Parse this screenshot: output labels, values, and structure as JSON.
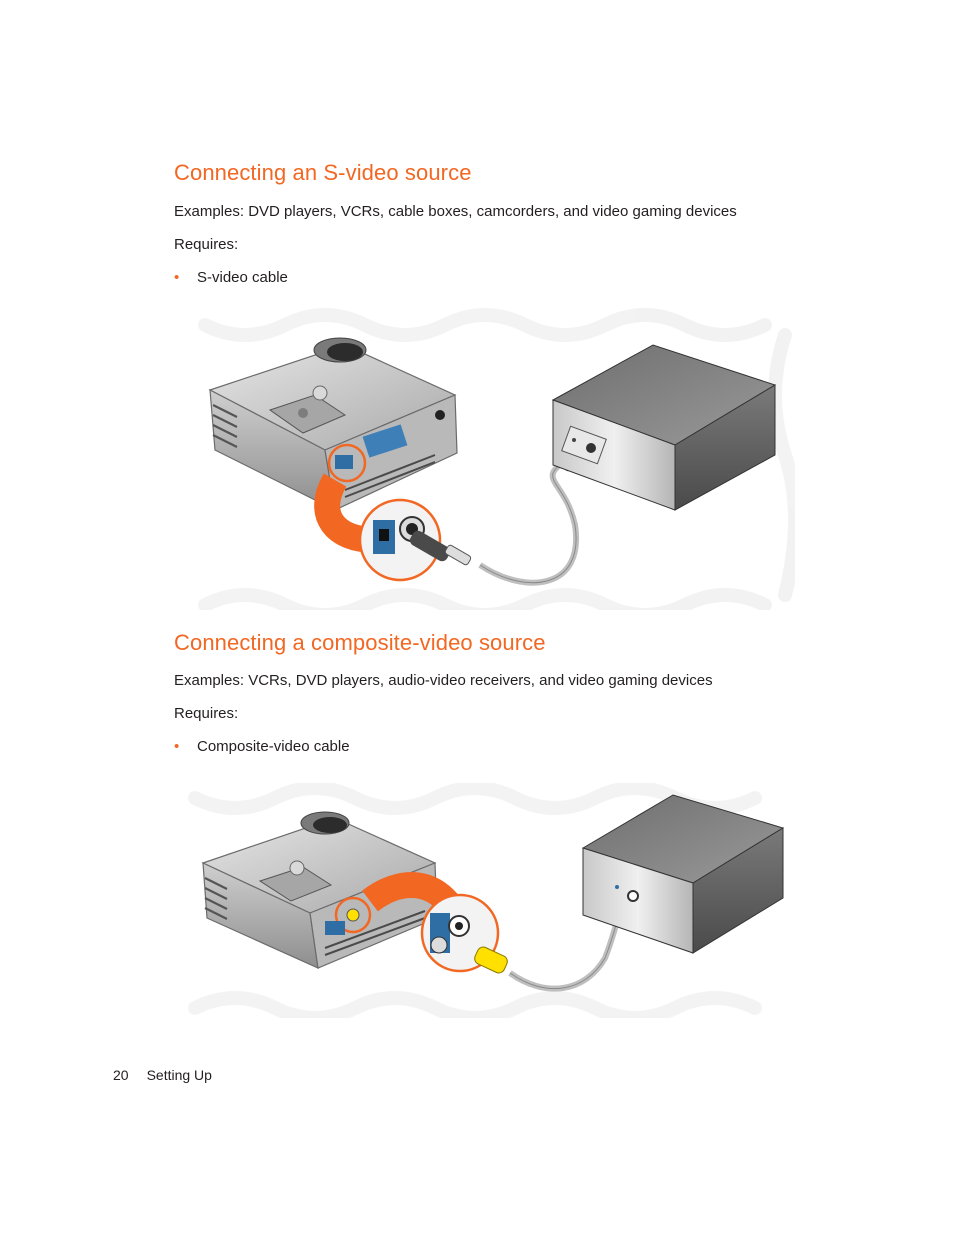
{
  "sections": [
    {
      "title": "Connecting an S-video source",
      "examples": "Examples: DVD players, VCRs, cable boxes, camcorders, and video gaming devices",
      "requires": "Requires:",
      "items": [
        "S-video cable"
      ]
    },
    {
      "title": "Connecting a composite-video source",
      "examples": "Examples: VCRs, DVD players, audio-video receivers, and video gaming devices",
      "requires": "Requires:",
      "items": [
        "Composite-video cable"
      ]
    }
  ],
  "footer": {
    "page_number": "20",
    "section": "Setting Up"
  },
  "colors": {
    "accent": "#f26722",
    "text": "#231f20",
    "cable_yellow": "#ffe000"
  },
  "figures": [
    {
      "icon": "projector-to-svideo-source-illustration"
    },
    {
      "icon": "projector-to-composite-source-illustration"
    }
  ]
}
